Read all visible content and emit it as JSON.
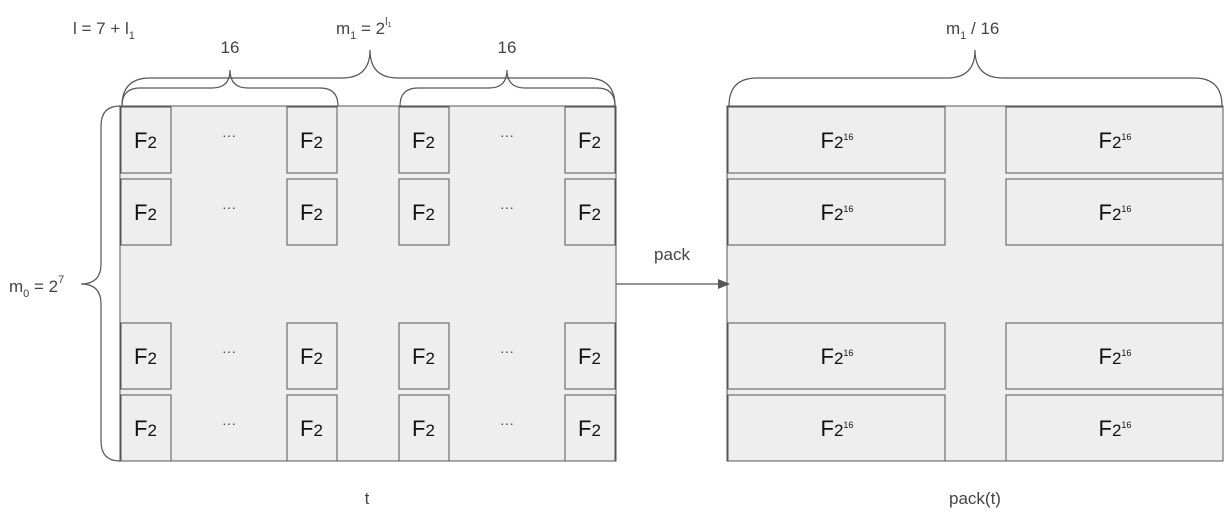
{
  "diagram": {
    "colors": {
      "panel_fill": "#eeeeee",
      "cell_fill": "#eeeeee",
      "stroke": "#555555",
      "brace": "#555555",
      "arrow": "#555555",
      "text": "#444444"
    },
    "left_panel": {
      "caption": "t",
      "top_formula": {
        "base": "l = 7 + l",
        "sub": "1"
      },
      "width_label": {
        "m": "m",
        "m_sub": "1",
        "eq": " = 2",
        "exp": "l",
        "exp_sub": "1"
      },
      "height_label": {
        "m": "m",
        "m_sub": "0",
        "eq": " = 2",
        "exp": "7"
      },
      "group_labels": [
        "16",
        "16"
      ],
      "cell": {
        "base": "F",
        "sub": "2"
      },
      "ellipsis": "···",
      "rows": 4,
      "cols": 4
    },
    "arrow": {
      "label": "pack"
    },
    "right_panel": {
      "caption": "pack(t)",
      "width_label": {
        "m": "m",
        "m_sub": "1",
        "rest": " / 16"
      },
      "cell": {
        "base": "F",
        "sub": "2",
        "exp": "16"
      },
      "rows": 4,
      "cols": 2
    }
  }
}
